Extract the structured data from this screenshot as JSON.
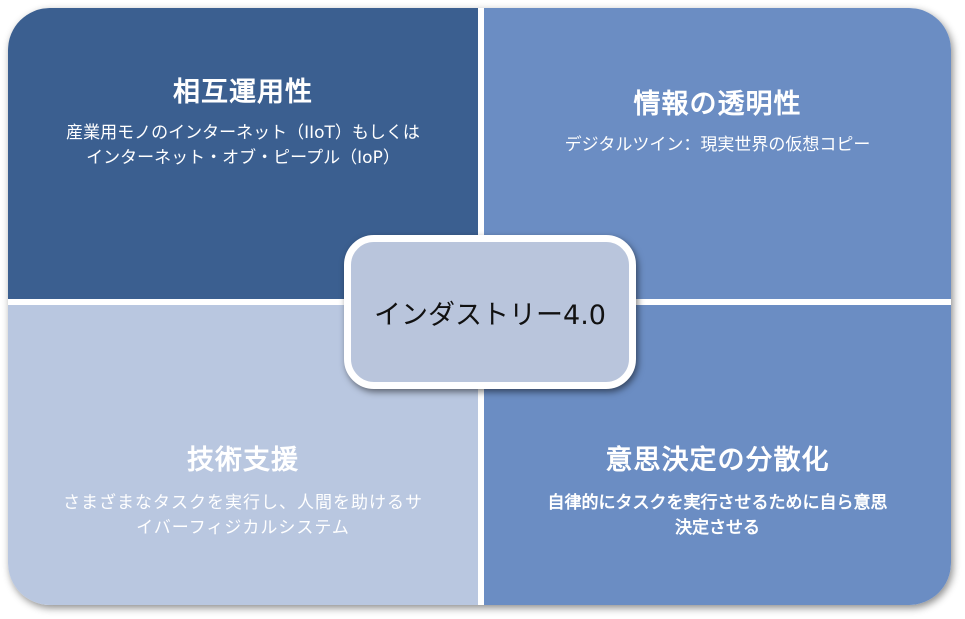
{
  "colors": {
    "top_left": "#3b5f90",
    "top_right": "#6b8dc3",
    "bottom_left": "#b9c7e0",
    "bottom_right": "#6b8dc3",
    "center": "#b9c5dc"
  },
  "center": {
    "label": "インダストリー4.0"
  },
  "quadrants": {
    "top_left": {
      "title": "相互運用性",
      "desc_line1": "産業用モノのインターネット（IIoT）もしくは",
      "desc_line2": "インターネット・オブ・ピープル（IoP）"
    },
    "top_right": {
      "title": "情報の透明性",
      "desc_line1": "デジタルツイン：現実世界の仮想コピー"
    },
    "bottom_left": {
      "title": "技術支援",
      "desc_line1": "さまざまなタスクを実行し、人間を助けるサ",
      "desc_line2": "イバーフィジカルシステム"
    },
    "bottom_right": {
      "title": "意思決定の分散化",
      "desc_line1": "自律的にタスクを実行させるために自ら意思",
      "desc_line2": "決定させる"
    }
  }
}
